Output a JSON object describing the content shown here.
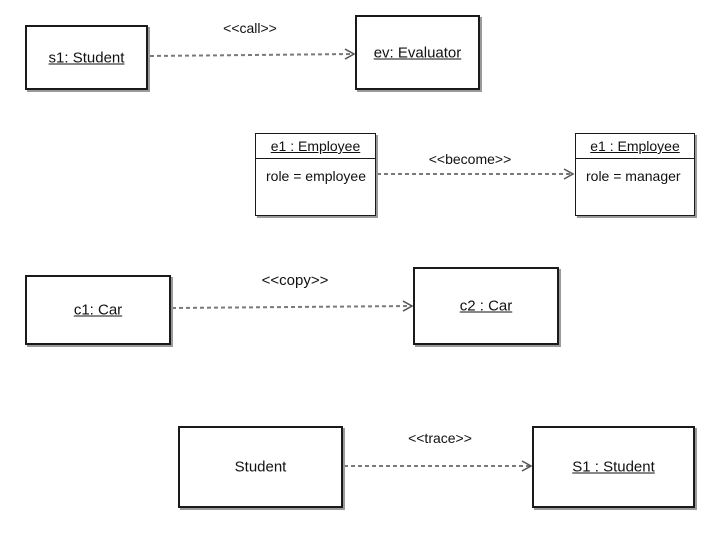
{
  "row1": {
    "left_object": "s1: Student",
    "stereotype": "<<call>>",
    "right_object": "ev: Evaluator"
  },
  "row2": {
    "left": {
      "name": "e1 : Employee",
      "attribute": "role = employee"
    },
    "stereotype": "<<become>>",
    "right": {
      "name": "e1 : Employee",
      "attribute": "role = manager"
    }
  },
  "row3": {
    "left_object": "c1: Car",
    "stereotype": "<<copy>>",
    "right_object": "c2 : Car"
  },
  "row4": {
    "left_class": "Student",
    "stereotype": "<<trace>>",
    "right_object": "S1 : Student"
  },
  "colors": {
    "line": "#1a1a1a",
    "dashed": "#7a7a7a",
    "shadow": "#9a9a9a"
  }
}
